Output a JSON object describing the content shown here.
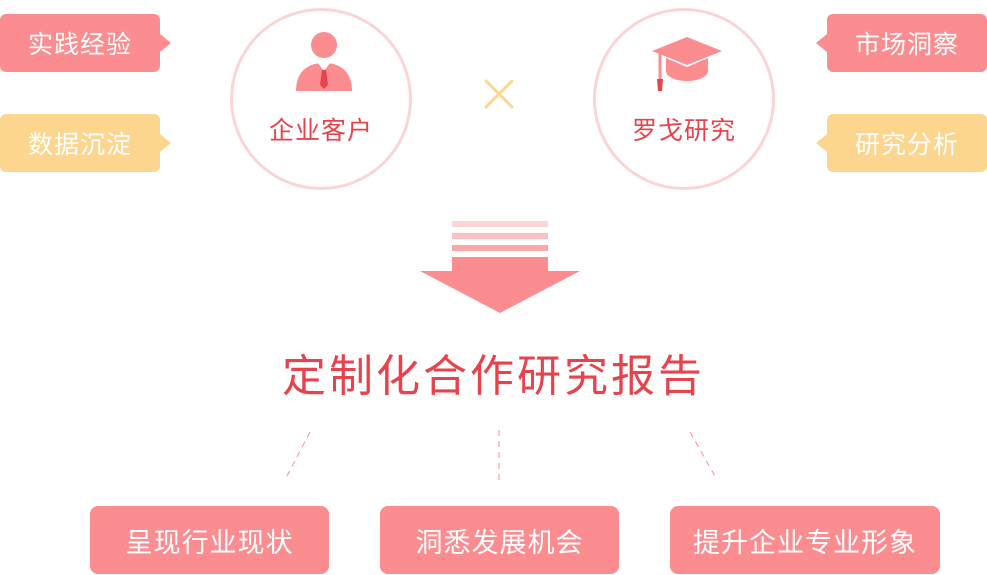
{
  "left_tags": [
    {
      "label": "实践经验",
      "color": "#fb8d91"
    },
    {
      "label": "数据沉淀",
      "color": "#fcd68e"
    }
  ],
  "right_tags": [
    {
      "label": "市场洞察",
      "color": "#fb8d91"
    },
    {
      "label": "研究分析",
      "color": "#fcd68e"
    }
  ],
  "left_circle": {
    "label": "企业客户",
    "icon": "business-person-icon"
  },
  "right_circle": {
    "label": "罗戈研究",
    "icon": "graduation-cap-icon"
  },
  "connector_icon": "multiply-icon",
  "main_title": "定制化合作研究报告",
  "outcomes": [
    {
      "label": "呈现行业现状"
    },
    {
      "label": "洞悉发展机会"
    },
    {
      "label": "提升企业专业形象"
    }
  ],
  "colors": {
    "accent_red": "#e7434c",
    "pink": "#fb8d91",
    "yellow": "#fcd68e",
    "circle_border": "#fbd5d6"
  }
}
